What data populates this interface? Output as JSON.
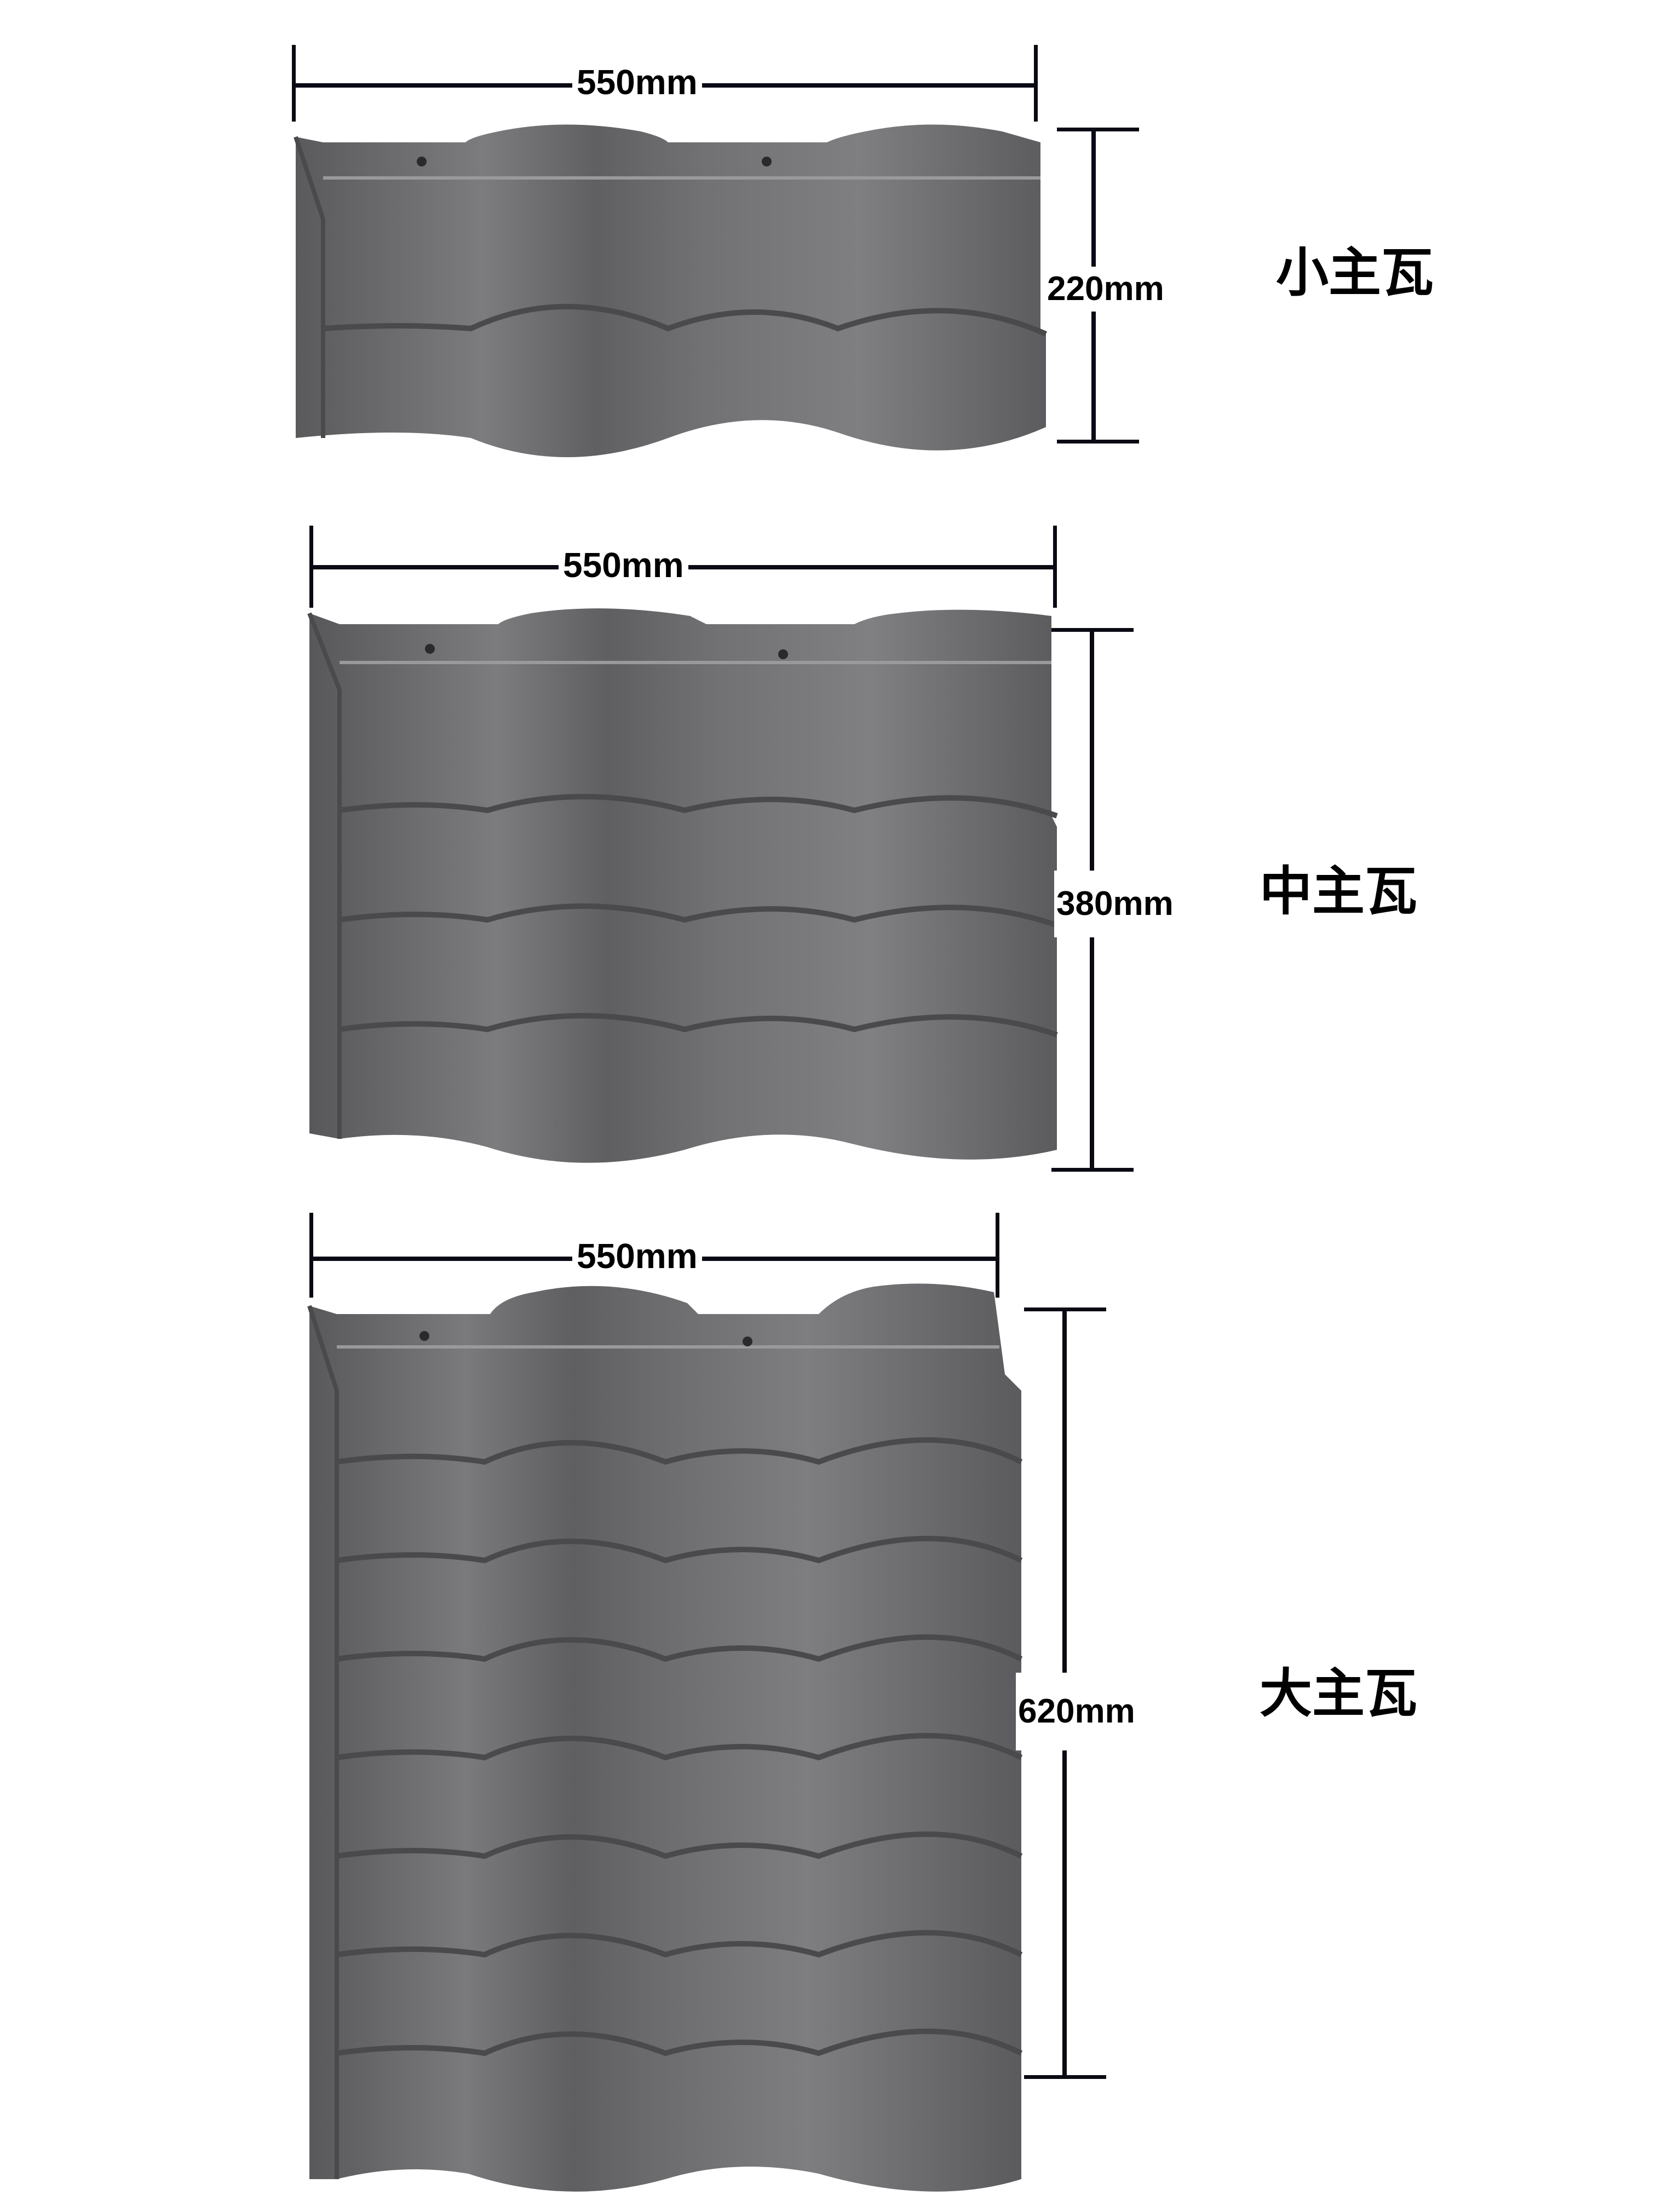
{
  "tiles": [
    {
      "name": "小主瓦",
      "width_label": "550mm",
      "height_label": "220mm",
      "rows": 2
    },
    {
      "name": "中主瓦",
      "width_label": "550mm",
      "height_label": "380mm",
      "rows": 4
    },
    {
      "name": "大主瓦",
      "width_label": "550mm",
      "height_label": "620mm",
      "rows": 7
    }
  ],
  "colors": {
    "tile_base": "#6e6e70",
    "tile_light": "#8a8a8c",
    "tile_dark": "#4f4f52",
    "dimension_line": "#0a0a14",
    "background": "#ffffff"
  }
}
